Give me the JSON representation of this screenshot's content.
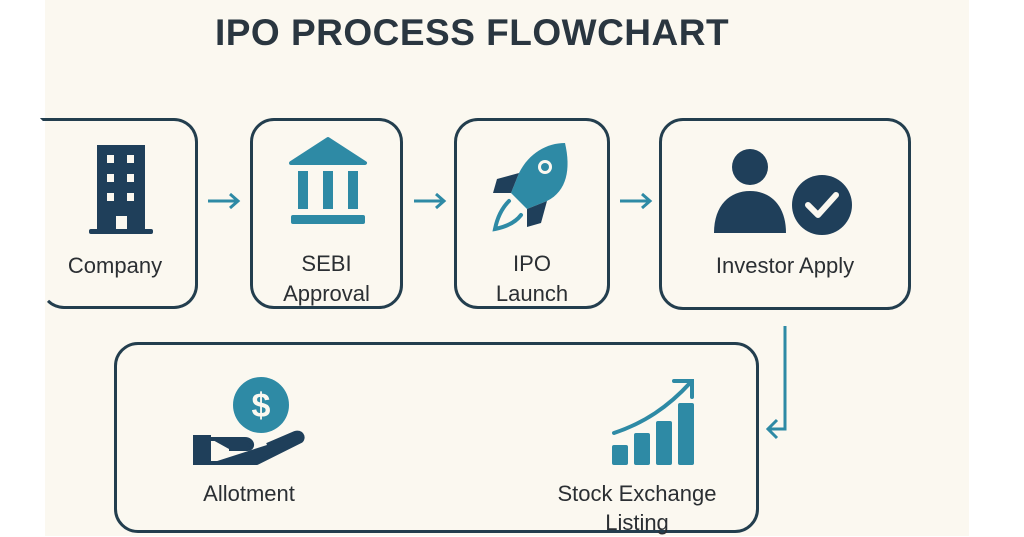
{
  "title": "IPO PROCESS FLOWCHART",
  "steps": {
    "company": {
      "label": "Company",
      "icon": "building-icon"
    },
    "sebi": {
      "label_line1": "SEBI",
      "label_line2": "Approval",
      "icon": "bank-icon"
    },
    "launch": {
      "label_line1": "IPO",
      "label_line2": "Launch",
      "icon": "rocket-icon"
    },
    "investor": {
      "label": "Investor Apply",
      "icon": "user-check-icon"
    },
    "allotment": {
      "label": "Allotment",
      "icon": "hand-dollar-icon"
    },
    "listing": {
      "label_line1": "Stock Exchange",
      "label_line2": "Listing",
      "icon": "growth-chart-icon"
    }
  },
  "colors": {
    "navy": "#1f3f5a",
    "teal": "#2e8aa5",
    "background": "#fbf8f0"
  }
}
